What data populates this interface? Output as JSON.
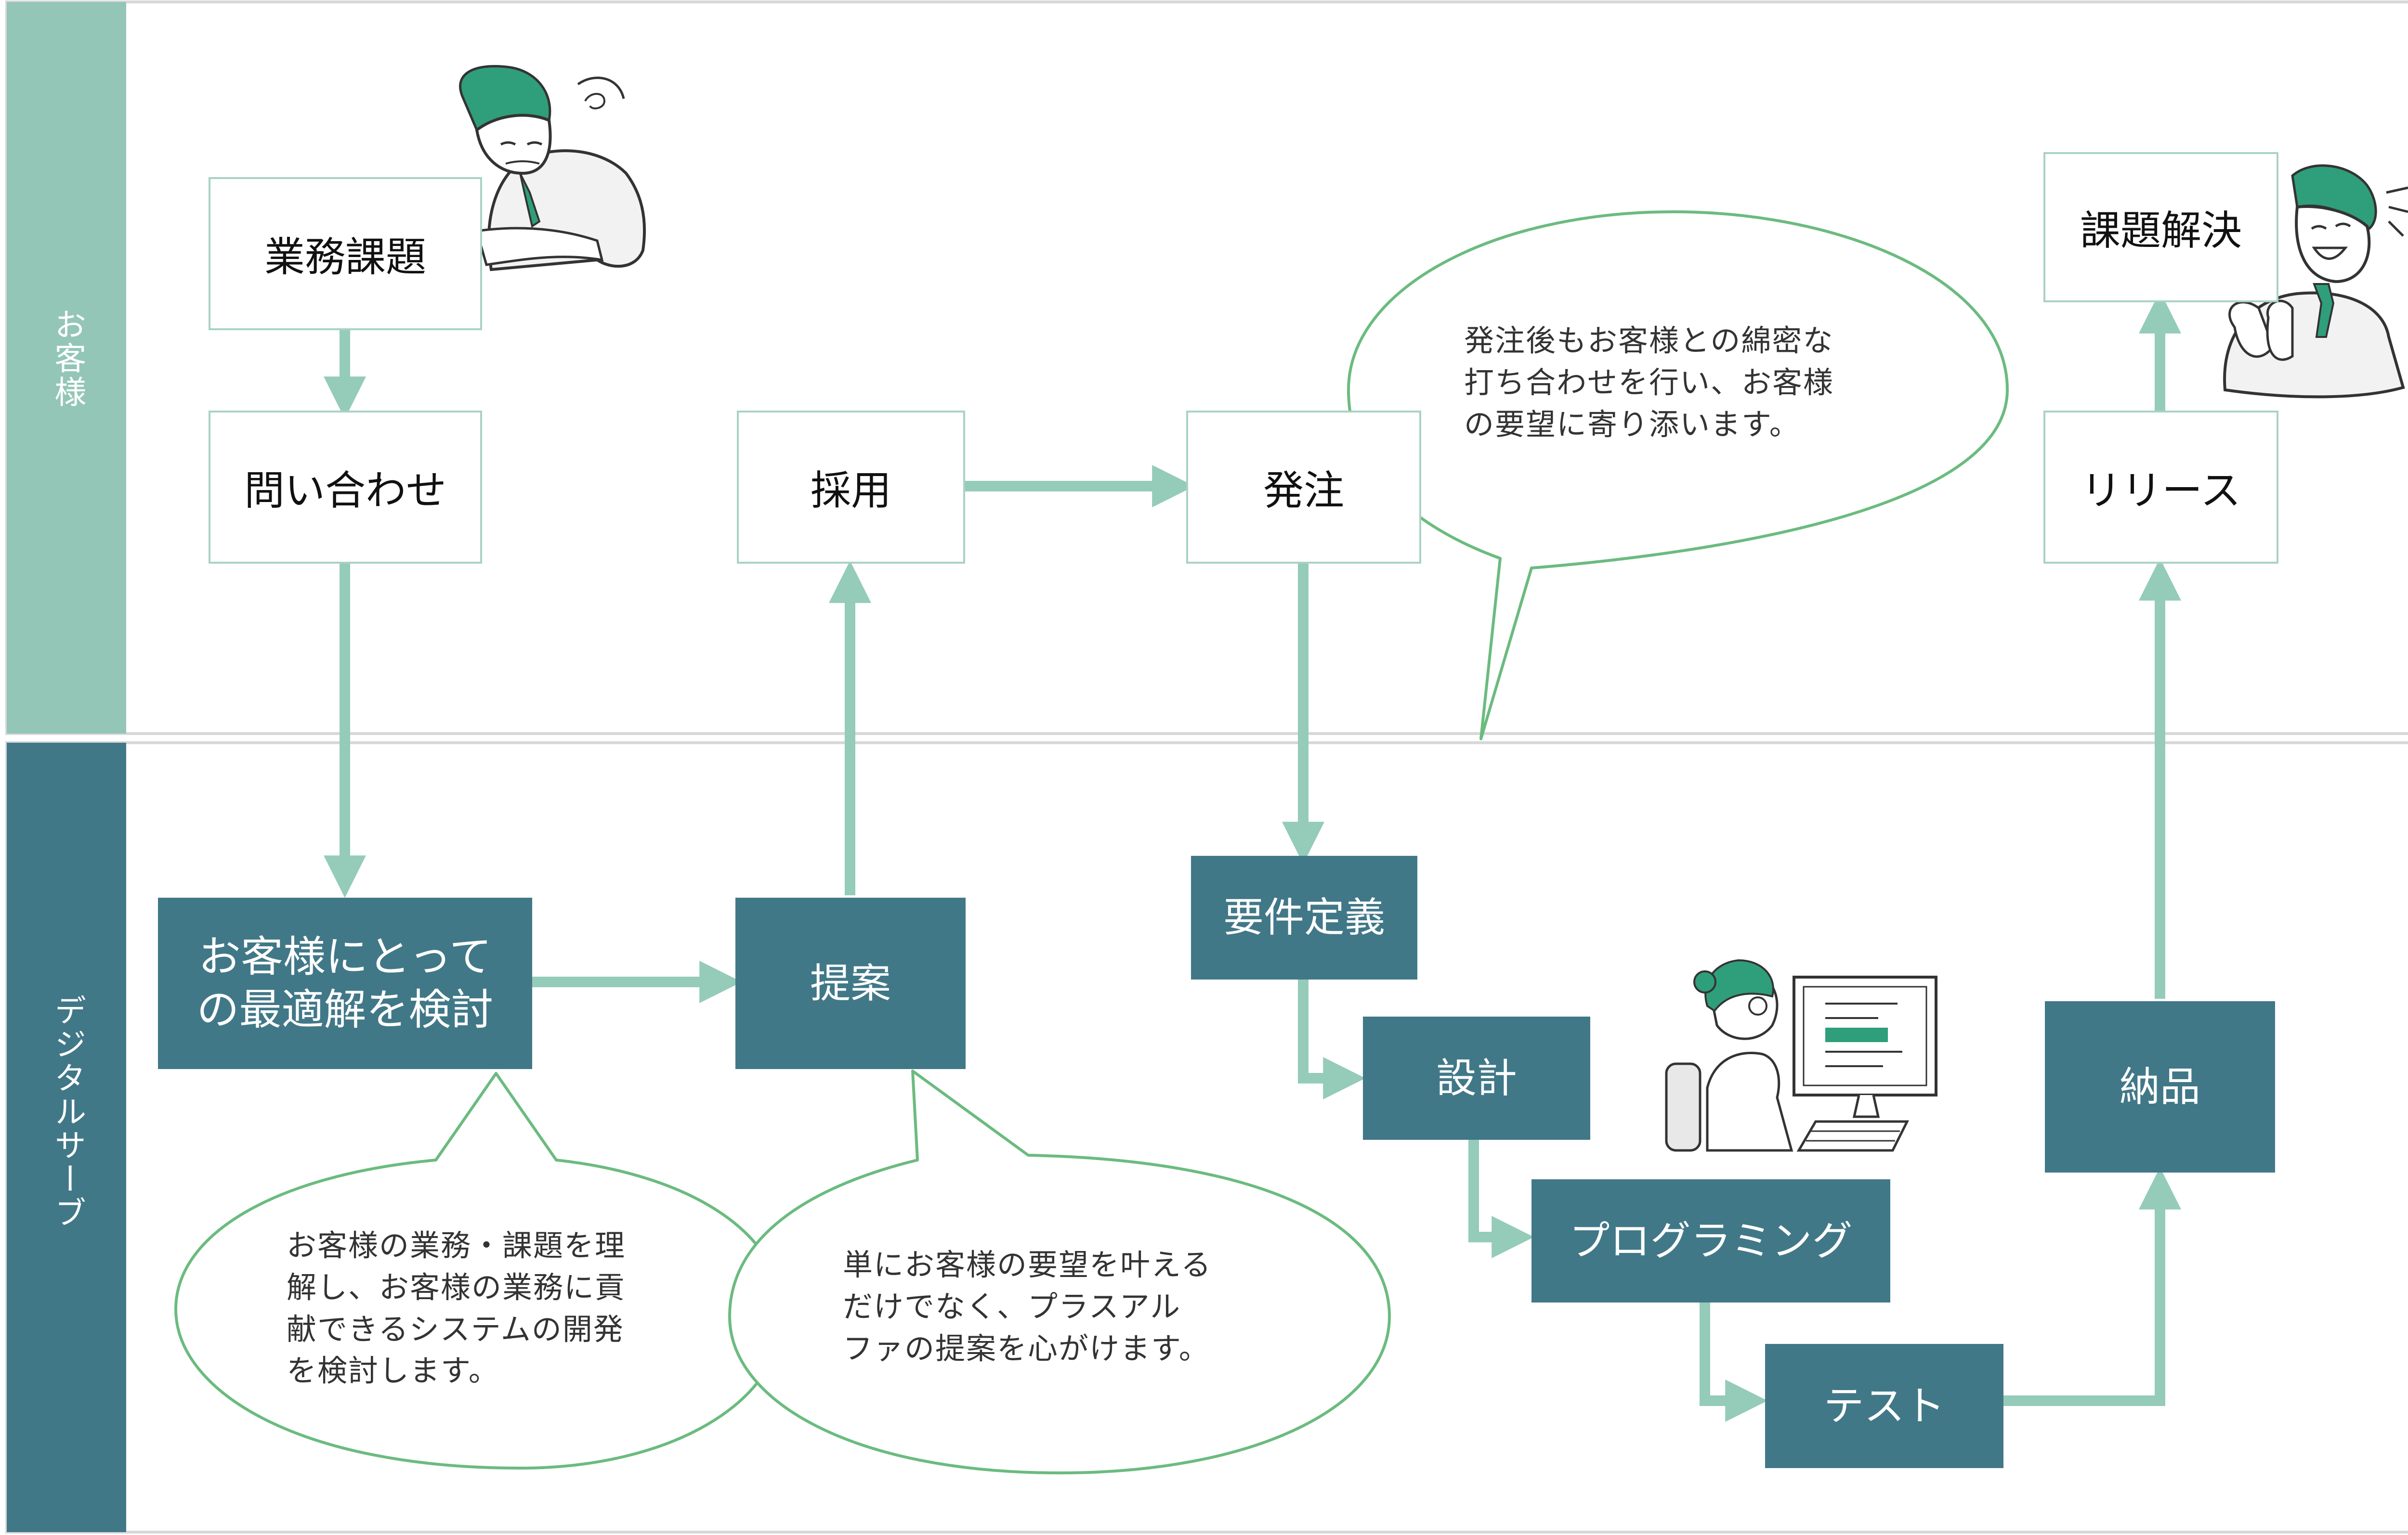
{
  "lanes": {
    "customer": "お客様",
    "digital": "デジタルサーブ"
  },
  "steps": {
    "business_issue": "業務課題",
    "inquiry": "問い合わせ",
    "adoption": "採用",
    "order": "発注",
    "issue_solved": "課題解決",
    "release": "リリース",
    "consider": "お客様にとって\nの最適解を検討",
    "proposal": "提案",
    "requirements": "要件定義",
    "design": "設計",
    "programming": "プログラミング",
    "test": "テスト",
    "delivery": "納品"
  },
  "bubbles": {
    "order_note": "発注後もお客様との綿密な\n打ち合わせを行い、お客様\nの要望に寄り添います。",
    "consider_note": "お客様の業務・課題を理\n解し、お客様の業務に貢\n献できるシステムの開発\nを検討します。",
    "proposal_note": "単にお客様の要望を叶える\nだけでなく、プラスアル\nファの提案を心がけます。"
  },
  "colors": {
    "customer_lane": "#93c6b6",
    "digital_lane": "#417888",
    "dark_box": "#417888",
    "light_box_border": "#a9d2c4",
    "arrow": "#95cbb9",
    "bubble_outline": "#6bbb7f",
    "accent_green": "#2f9e7a"
  },
  "icons": {
    "worried": "worried-businessman-icon",
    "happy": "clapping-businessman-icon",
    "programmer": "programmer-at-computer-icon"
  }
}
